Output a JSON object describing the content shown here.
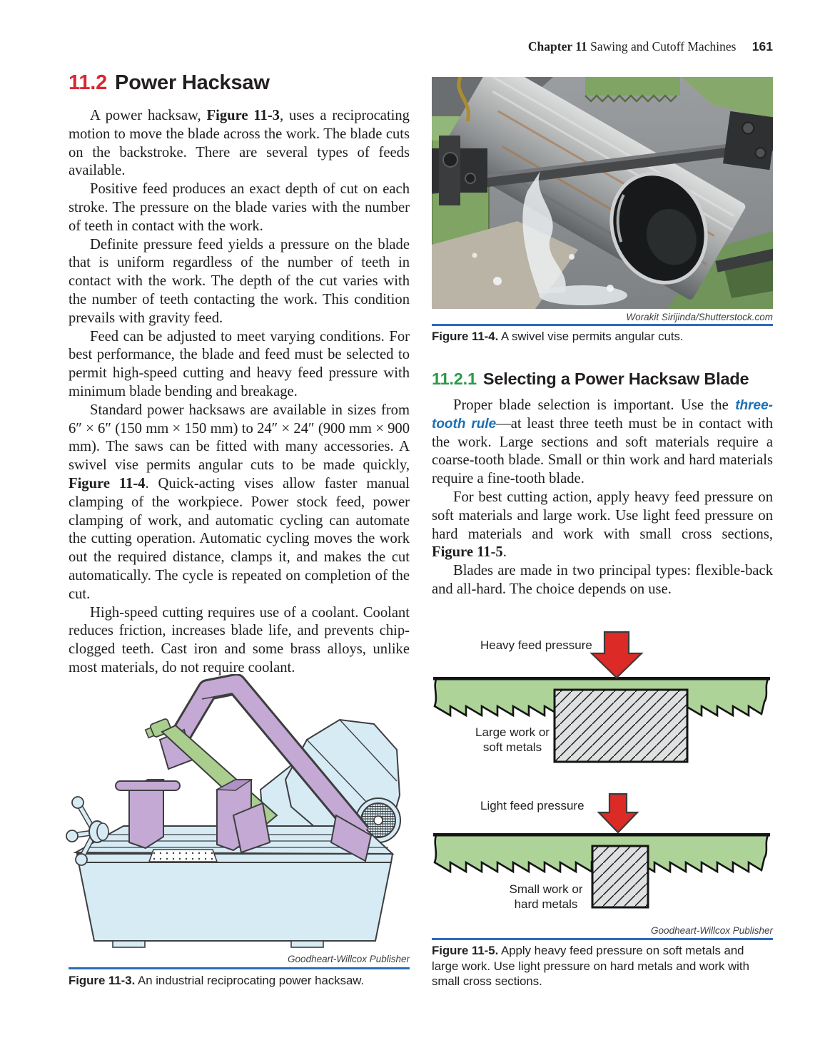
{
  "header": {
    "chapter_label": "Chapter 11",
    "chapter_title": "Sawing and Cutoff Machines",
    "page_number": "161"
  },
  "sections": {
    "s112": {
      "number": "11.2",
      "title": "Power Hacksaw"
    },
    "s1121": {
      "number": "11.2.1",
      "title": "Selecting a Power Hacksaw Blade"
    }
  },
  "left_column": {
    "paragraphs": {
      "p1": {
        "pre": "A power hacksaw, ",
        "ref": "Figure 11-3",
        "post": ", uses a reciprocating motion to move the blade across the work. The blade cuts on the backstroke. There are several types of feeds available."
      },
      "p2": "Positive feed produces an exact depth of cut on each stroke. The pressure on the blade varies with the number of teeth in contact with the work.",
      "p3": "Definite pressure feed yields a pressure on the blade that is uniform regardless of the number of teeth in contact with the work. The depth of the cut varies with the number of teeth contacting the work. This condition prevails with gravity feed.",
      "p4": "Feed can be adjusted to meet varying conditions. For best performance, the blade and feed must be selected to permit high-speed cutting and heavy feed pressure with minimum blade bending and breakage.",
      "p5": {
        "pre": "Standard power hacksaws are available in sizes from 6″ × 6″ (150 mm × 150 mm) to 24″ × 24″ (900 mm × 900 mm). The saws can be fitted with many accessories. A swivel vise permits angular cuts to be made quickly, ",
        "ref": "Figure 11-4",
        "post": ". Quick-acting vises allow faster manual clamping of the workpiece. Power stock feed, power clamping of work, and automatic cycling can automate the cutting operation. Automatic cycling moves the work out the required distance, clamps it, and makes the cut automatically. The cycle is repeated on completion of the cut."
      },
      "p6": "High-speed cutting requires use of a coolant. Coolant reduces friction, increases blade life, and prevents chip-clogged teeth. Cast iron and some brass alloys, unlike most materials, do not require coolant."
    },
    "figure3": {
      "credit": "Goodheart-Willcox Publisher",
      "label": "Figure 11-3.",
      "caption": "An industrial reciprocating power hacksaw."
    }
  },
  "right_column": {
    "figure4": {
      "credit": "Worakit Sirijinda/Shutterstock.com",
      "label": "Figure 11-4.",
      "caption": "A swivel vise permits angular cuts."
    },
    "paragraphs": {
      "p1": {
        "pre": "Proper blade selection is important. Use the ",
        "term": "three-tooth rule",
        "post": "—at least three teeth must be in contact with the work. Large sections and soft materials require a coarse-tooth blade. Small or thin work and hard materials require a fine-tooth blade."
      },
      "p2": {
        "pre": "For best cutting action, apply heavy feed pressure on soft materials and large work. Use light feed pressure on hard materials and work with small cross sections, ",
        "ref": "Figure 11-5",
        "post": "."
      },
      "p3": "Blades are made in two principal types: flexible-back and all-hard. The choice depends on use."
    },
    "figure5": {
      "top": {
        "pressure_label": "Heavy feed pressure",
        "work_label_line1": "Large work or",
        "work_label_line2": "soft metals"
      },
      "bottom": {
        "pressure_label": "Light feed pressure",
        "work_label_line1": "Small work or",
        "work_label_line2": "hard metals"
      },
      "credit": "Goodheart-Willcox Publisher",
      "label": "Figure 11-5.",
      "caption": "Apply heavy feed pressure on soft metals and large work. Use light pressure on hard metals and work with small cross sections."
    }
  },
  "colors": {
    "section_red": "#d7282f",
    "section_green": "#2b9a47",
    "term_blue": "#1b6fb5",
    "rule_blue": "#2a6cb9",
    "diagram_blade_green": "#aed398",
    "diagram_arrow_red": "#dc2a26",
    "illustration_blue": "#d7ebf5",
    "illustration_purple": "#c3a9d3",
    "illustration_green": "#a9ce8e"
  }
}
